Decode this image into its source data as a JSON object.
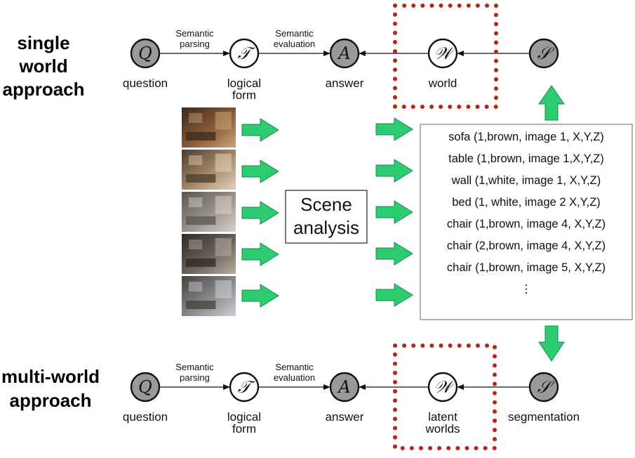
{
  "approaches": {
    "single": [
      "single",
      "world",
      "approach"
    ],
    "multi": [
      "multi-world",
      "approach"
    ]
  },
  "single_row": {
    "nodes": [
      {
        "symbol": "Q",
        "label": [
          "question"
        ],
        "filled": true
      },
      {
        "symbol": "𝒯",
        "label": [
          "logical",
          "form"
        ],
        "filled": false
      },
      {
        "symbol": "A",
        "label": [
          "answer"
        ],
        "filled": true
      },
      {
        "symbol": "𝒲",
        "label": [
          "world"
        ],
        "filled": false
      },
      {
        "symbol": "𝒮",
        "label": [],
        "filled": true
      }
    ],
    "edge_labels": [
      [
        "Semantic",
        "parsing"
      ],
      [
        "Semantic",
        "evaluation"
      ]
    ]
  },
  "multi_row": {
    "nodes": [
      {
        "symbol": "Q",
        "label": [
          "question"
        ],
        "filled": true
      },
      {
        "symbol": "𝒯",
        "label": [
          "logical",
          "form"
        ],
        "filled": false
      },
      {
        "symbol": "A",
        "label": [
          "answer"
        ],
        "filled": true
      },
      {
        "symbol": "𝒲",
        "label": [
          "latent",
          "worlds"
        ],
        "filled": false
      },
      {
        "symbol": "𝒮",
        "label": [
          "segmentation"
        ],
        "filled": true
      }
    ],
    "edge_labels": [
      [
        "Semantic",
        "parsing"
      ],
      [
        "Semantic",
        "evaluation"
      ]
    ]
  },
  "scene_analysis": [
    "Scene",
    "analysis"
  ],
  "facts": [
    "sofa (1,brown, image 1, X,Y,Z)",
    "table (1,brown, image 1,X,Y,Z)",
    "wall  (1,white, image 1, X,Y,Z)",
    "bed  (1, white, image 2 X,Y,Z)",
    "chair (1,brown, image 4, X,Y,Z)",
    "chair (2,brown, image 4, X,Y,Z)",
    "chair (1,brown, image 5, X,Y,Z)",
    "⋮"
  ],
  "thumbnails": [
    {
      "name": "room-thumbnail-1",
      "colors": [
        "#3a2a1e",
        "#8a5a34",
        "#c9a57a"
      ]
    },
    {
      "name": "room-thumbnail-2",
      "colors": [
        "#4a3a2c",
        "#a88a6a",
        "#e0d2bd"
      ]
    },
    {
      "name": "room-thumbnail-3",
      "colors": [
        "#5a5550",
        "#9c948c",
        "#d8d2cc"
      ]
    },
    {
      "name": "room-thumbnail-4",
      "colors": [
        "#2f2a26",
        "#6a625a",
        "#b8aea2"
      ]
    },
    {
      "name": "room-thumbnail-5",
      "colors": [
        "#44403c",
        "#8a8a8e",
        "#cfcfd2"
      ]
    }
  ],
  "colors": {
    "node_fill": "#999999",
    "green_arrow": "#2ecc71",
    "dotted_red": "#b22a12",
    "box_border": "#999999"
  }
}
